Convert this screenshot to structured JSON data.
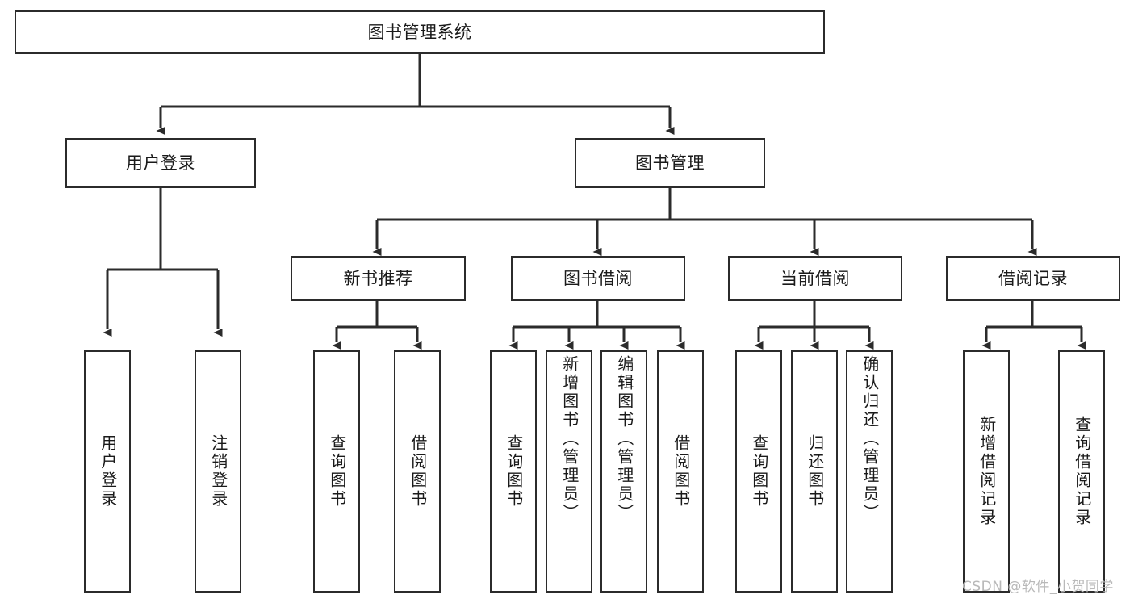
{
  "diagram": {
    "type": "tree-hierarchy-chart",
    "title": "图书管理系统",
    "line_color": "#2b2b2b",
    "box_fill": "#ffffff",
    "text_color": "#1a1a1a",
    "watermark_color": "#b9b9b9",
    "nodes": {
      "root": "图书管理系统",
      "level2": {
        "user_login": "用户登录",
        "book_manage": "图书管理"
      },
      "level3": {
        "new_book_rec": "新书推荐",
        "book_borrow": "图书借阅",
        "current_borrow": "当前借阅",
        "borrow_record": "借阅记录"
      },
      "leaves": {
        "login_user_login": "用户登录",
        "login_logout": "注销登录",
        "rec_query_book": "查询图书",
        "rec_borrow_book": "借阅图书",
        "borrow_query_book": "查询图书",
        "borrow_add_book": "新增图书（管理员）",
        "borrow_edit_book": "编辑图书（管理员）",
        "borrow_borrow_book": "借阅图书",
        "cur_query_book": "查询图书",
        "cur_return_book": "归还图书",
        "cur_confirm_return": "确认归还（管理员）",
        "rec_add_record": "新增借阅记录",
        "rec_query_record": "查询借阅记录"
      }
    }
  },
  "watermark": {
    "text": "CSDN @软件_小贺同学"
  }
}
